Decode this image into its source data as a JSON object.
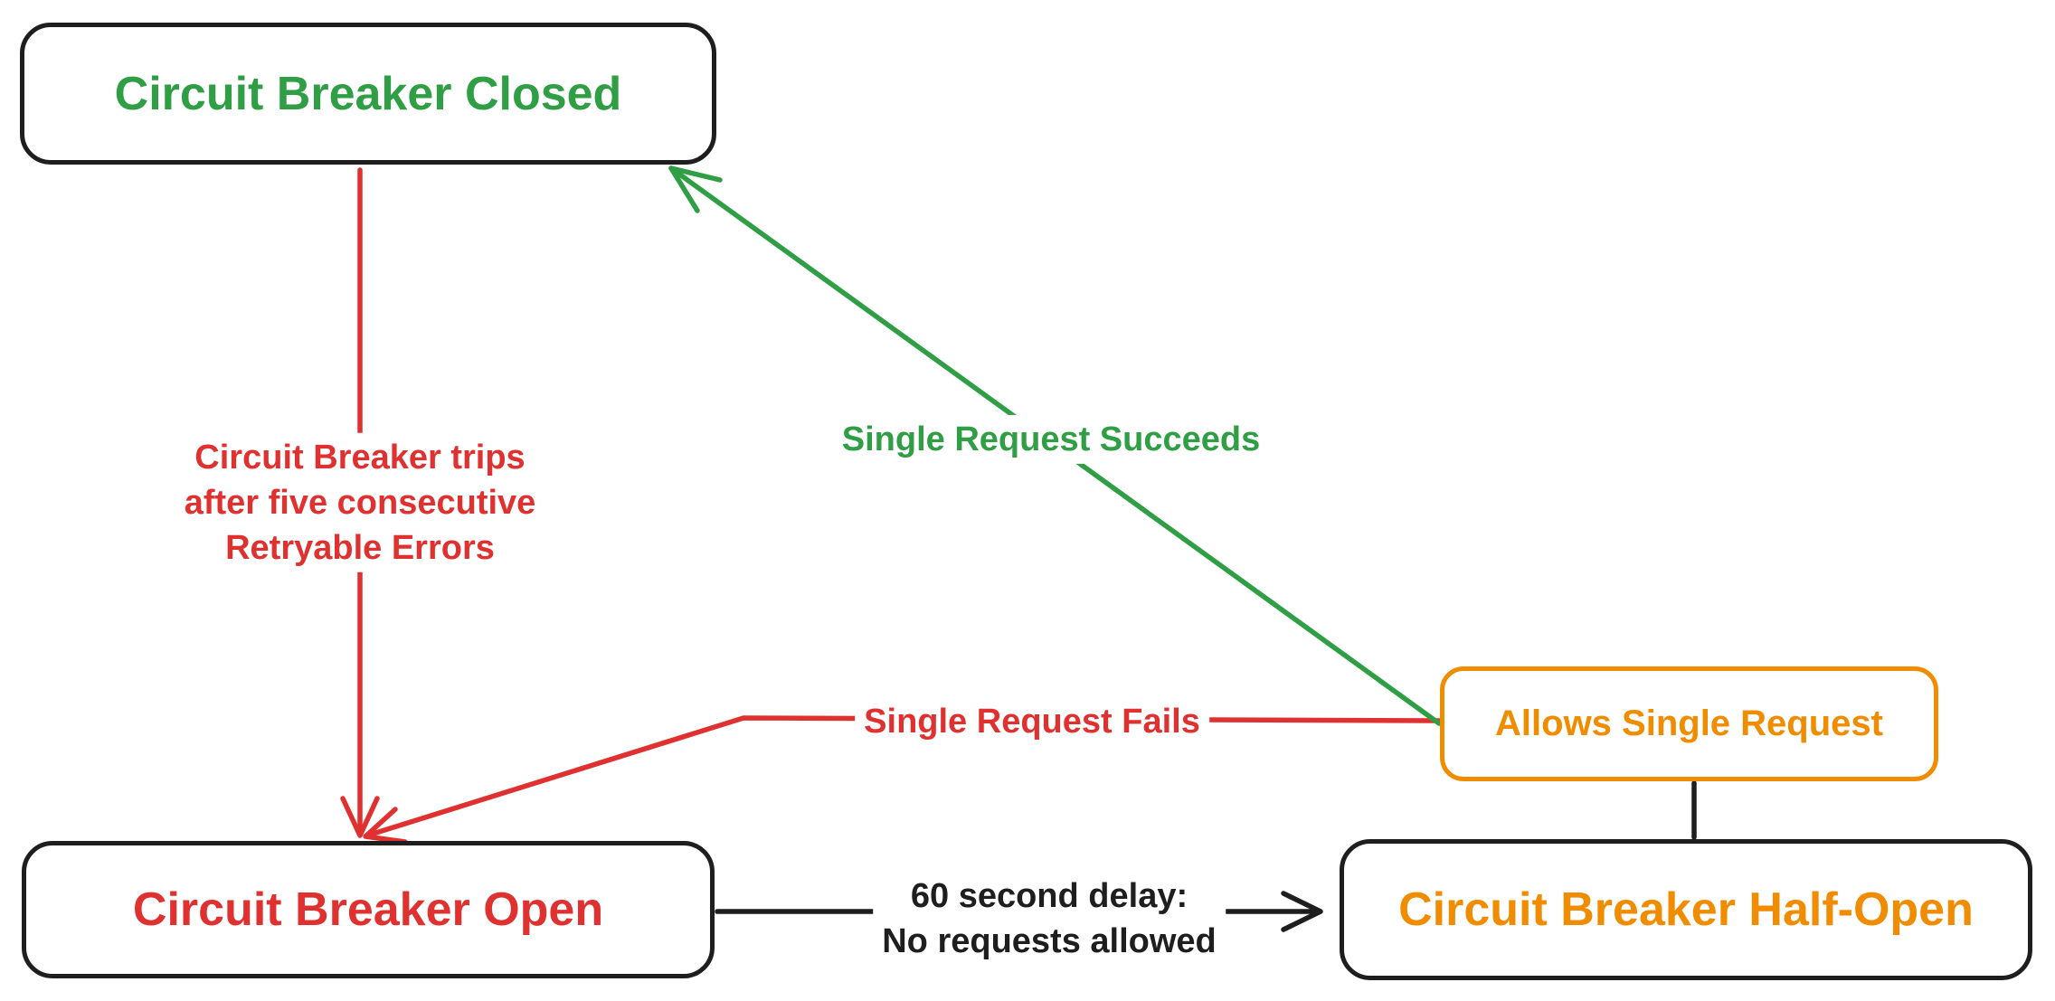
{
  "colors": {
    "green": "#2f9e44",
    "red": "#e03131",
    "orange": "#f08c00",
    "ink": "#1e1e1e",
    "background": "#ffffff"
  },
  "nodes": {
    "closed": {
      "label": "Circuit Breaker Closed"
    },
    "open": {
      "label": "Circuit Breaker Open"
    },
    "half_open": {
      "label": "Circuit Breaker Half-Open"
    },
    "allows": {
      "label": "Allows Single Request"
    }
  },
  "edges": {
    "trips": {
      "lines": [
        "Circuit Breaker trips",
        "after five consecutive",
        "Retryable Errors"
      ]
    },
    "succeeds": {
      "label": "Single Request Succeeds"
    },
    "fails": {
      "label": "Single Request Fails"
    },
    "delay": {
      "lines": [
        "60 second delay:",
        "No requests allowed"
      ]
    }
  }
}
